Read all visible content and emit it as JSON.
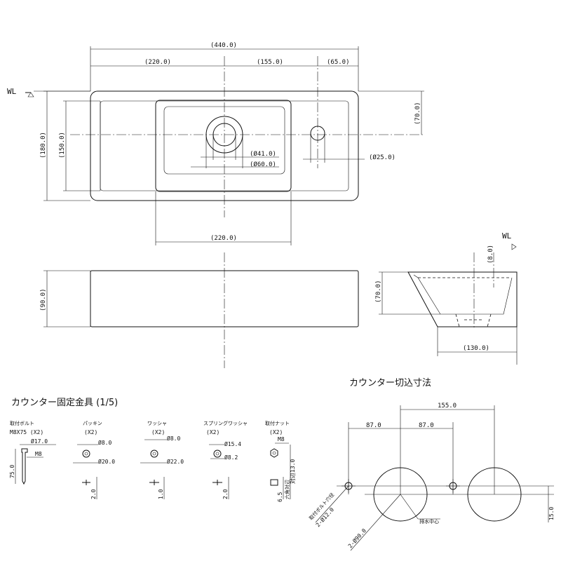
{
  "top_view": {
    "wl": "WL",
    "dim_overall_width": "(440.0)",
    "dim_left": "(220.0)",
    "dim_mid": "(155.0)",
    "dim_right": "(65.0)",
    "dim_height_outer": "(180.0)",
    "dim_height_inner": "(150.0)",
    "dim_depth_to_drain": "(70.0)",
    "dim_drain_inner": "(Ø41.0)",
    "dim_drain_outer": "(Ø60.0)",
    "dim_tap_hole": "(Ø25.0)",
    "dim_basin_width": "(220.0)"
  },
  "front_view": {
    "dim_height": "(90.0)"
  },
  "side_view": {
    "wl": "WL",
    "dim_top": "(8.0)",
    "dim_depth": "(70.0)",
    "dim_width": "(130.0)"
  },
  "bracket_title": "カウンター固定金具 (1/5)",
  "parts": [
    {
      "name": "取付ボルト",
      "spec": "M8X75 (X2)",
      "dims": [
        "Ø17.0",
        "M8",
        "75.0"
      ]
    },
    {
      "name": "パッキン",
      "qty": "(X2)",
      "dims": [
        "Ø8.0",
        "Ø20.0",
        "2.0"
      ]
    },
    {
      "name": "ワッシャ",
      "qty": "(X2)",
      "dims": [
        "Ø8.0",
        "Ø22.0",
        "1.0"
      ]
    },
    {
      "name": "スプリングワッシャ",
      "qty": "(X2)",
      "dims": [
        "Ø15.4",
        "Ø8.2",
        "2.0"
      ]
    },
    {
      "name": "取付ナット",
      "qty": "(X2)",
      "dims": [
        "M8",
        "対辺13.0",
        "6.5"
      ],
      "note": "六角対辺"
    }
  ],
  "cutout": {
    "title": "カウンター切込寸法",
    "dim_overall": "155.0",
    "dim_left": "87.0",
    "dim_right": "87.0",
    "dim_bolt_holes": "2-Ø12.0",
    "bolt_note": "取付ボルト穴径",
    "dim_circles": "2-Ø90.0",
    "drain_center": "排水中心",
    "dim_offset": "15.0"
  }
}
